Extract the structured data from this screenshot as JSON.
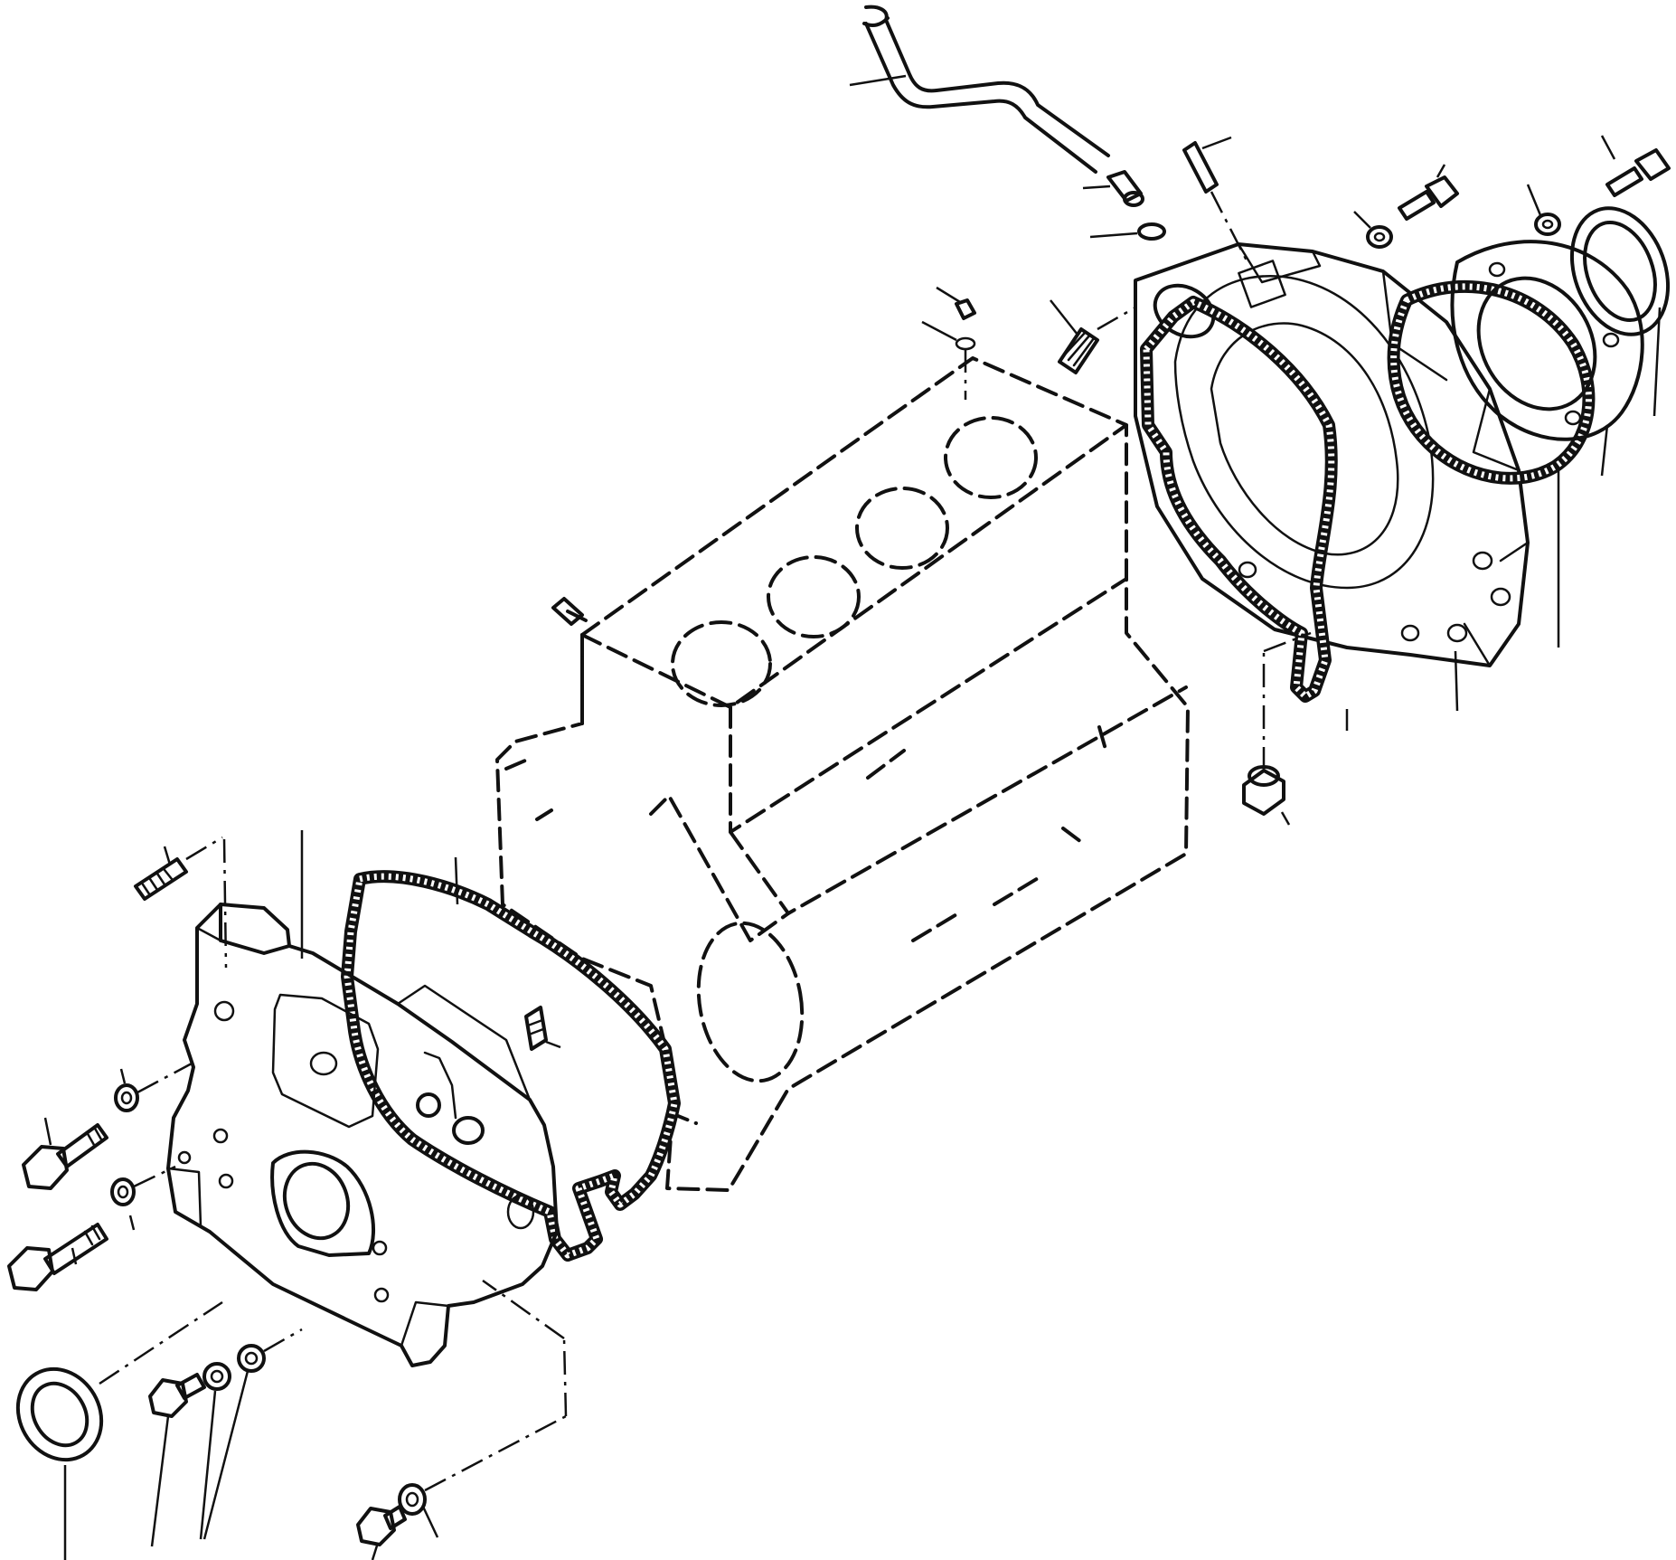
{
  "figure": {
    "kind": "exploded-parts-diagram",
    "labels_printed": false
  },
  "parts": [
    {
      "id": "pipe"
    },
    {
      "id": "pipe-fitting"
    },
    {
      "id": "o-ring-top"
    },
    {
      "id": "dowel-pin-top"
    },
    {
      "id": "stud-housing"
    },
    {
      "id": "flywheel-housing"
    },
    {
      "id": "housing-gasket"
    },
    {
      "id": "housing-bolt-1"
    },
    {
      "id": "housing-bolt-2"
    },
    {
      "id": "washer-housing-1"
    },
    {
      "id": "washer-housing-2"
    },
    {
      "id": "seal-retainer"
    },
    {
      "id": "rear-oil-seal"
    },
    {
      "id": "retainer-gasket"
    },
    {
      "id": "drain-plug-housing"
    },
    {
      "id": "cylinder-block"
    },
    {
      "id": "block-plug-top"
    },
    {
      "id": "block-bolt"
    },
    {
      "id": "front-cover"
    },
    {
      "id": "front-cover-gasket"
    },
    {
      "id": "cover-stud"
    },
    {
      "id": "cover-bolt-1"
    },
    {
      "id": "cover-bolt-2"
    },
    {
      "id": "front-oil-seal"
    },
    {
      "id": "short-bolt"
    },
    {
      "id": "washer-small-1"
    },
    {
      "id": "washer-small-2"
    },
    {
      "id": "plug-bottom"
    },
    {
      "id": "washer-bottom"
    },
    {
      "id": "plug-cover"
    }
  ]
}
